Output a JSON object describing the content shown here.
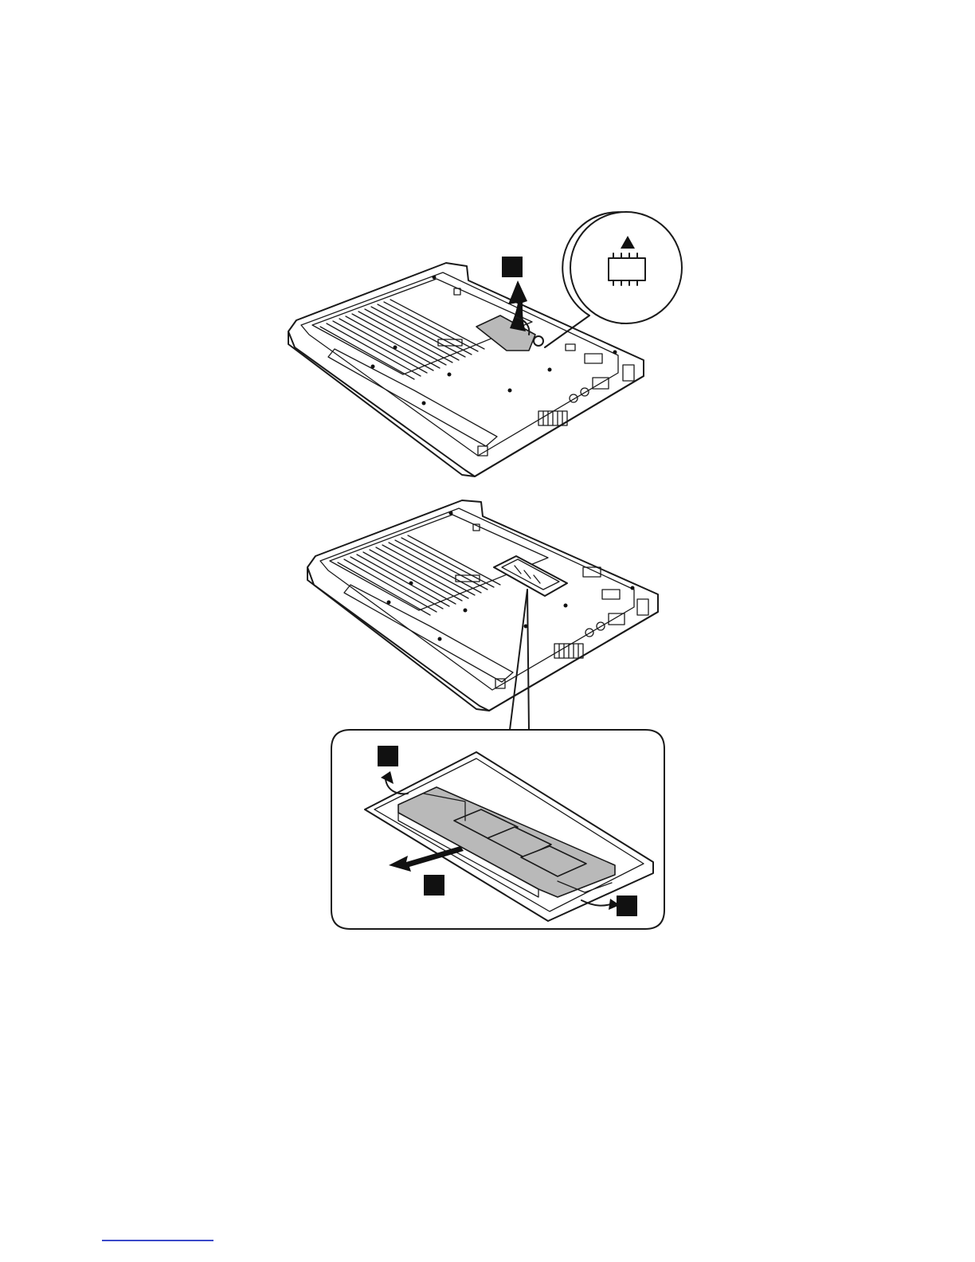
{
  "figure": {
    "steps": [
      {
        "id": "step-1",
        "label": ""
      },
      {
        "id": "step-2a",
        "label": ""
      },
      {
        "id": "step-2b",
        "label": ""
      },
      {
        "id": "step-3",
        "label": ""
      }
    ],
    "callout_icon": "memory-module-icon"
  },
  "footer": {
    "link_color": "#3a49c9"
  }
}
